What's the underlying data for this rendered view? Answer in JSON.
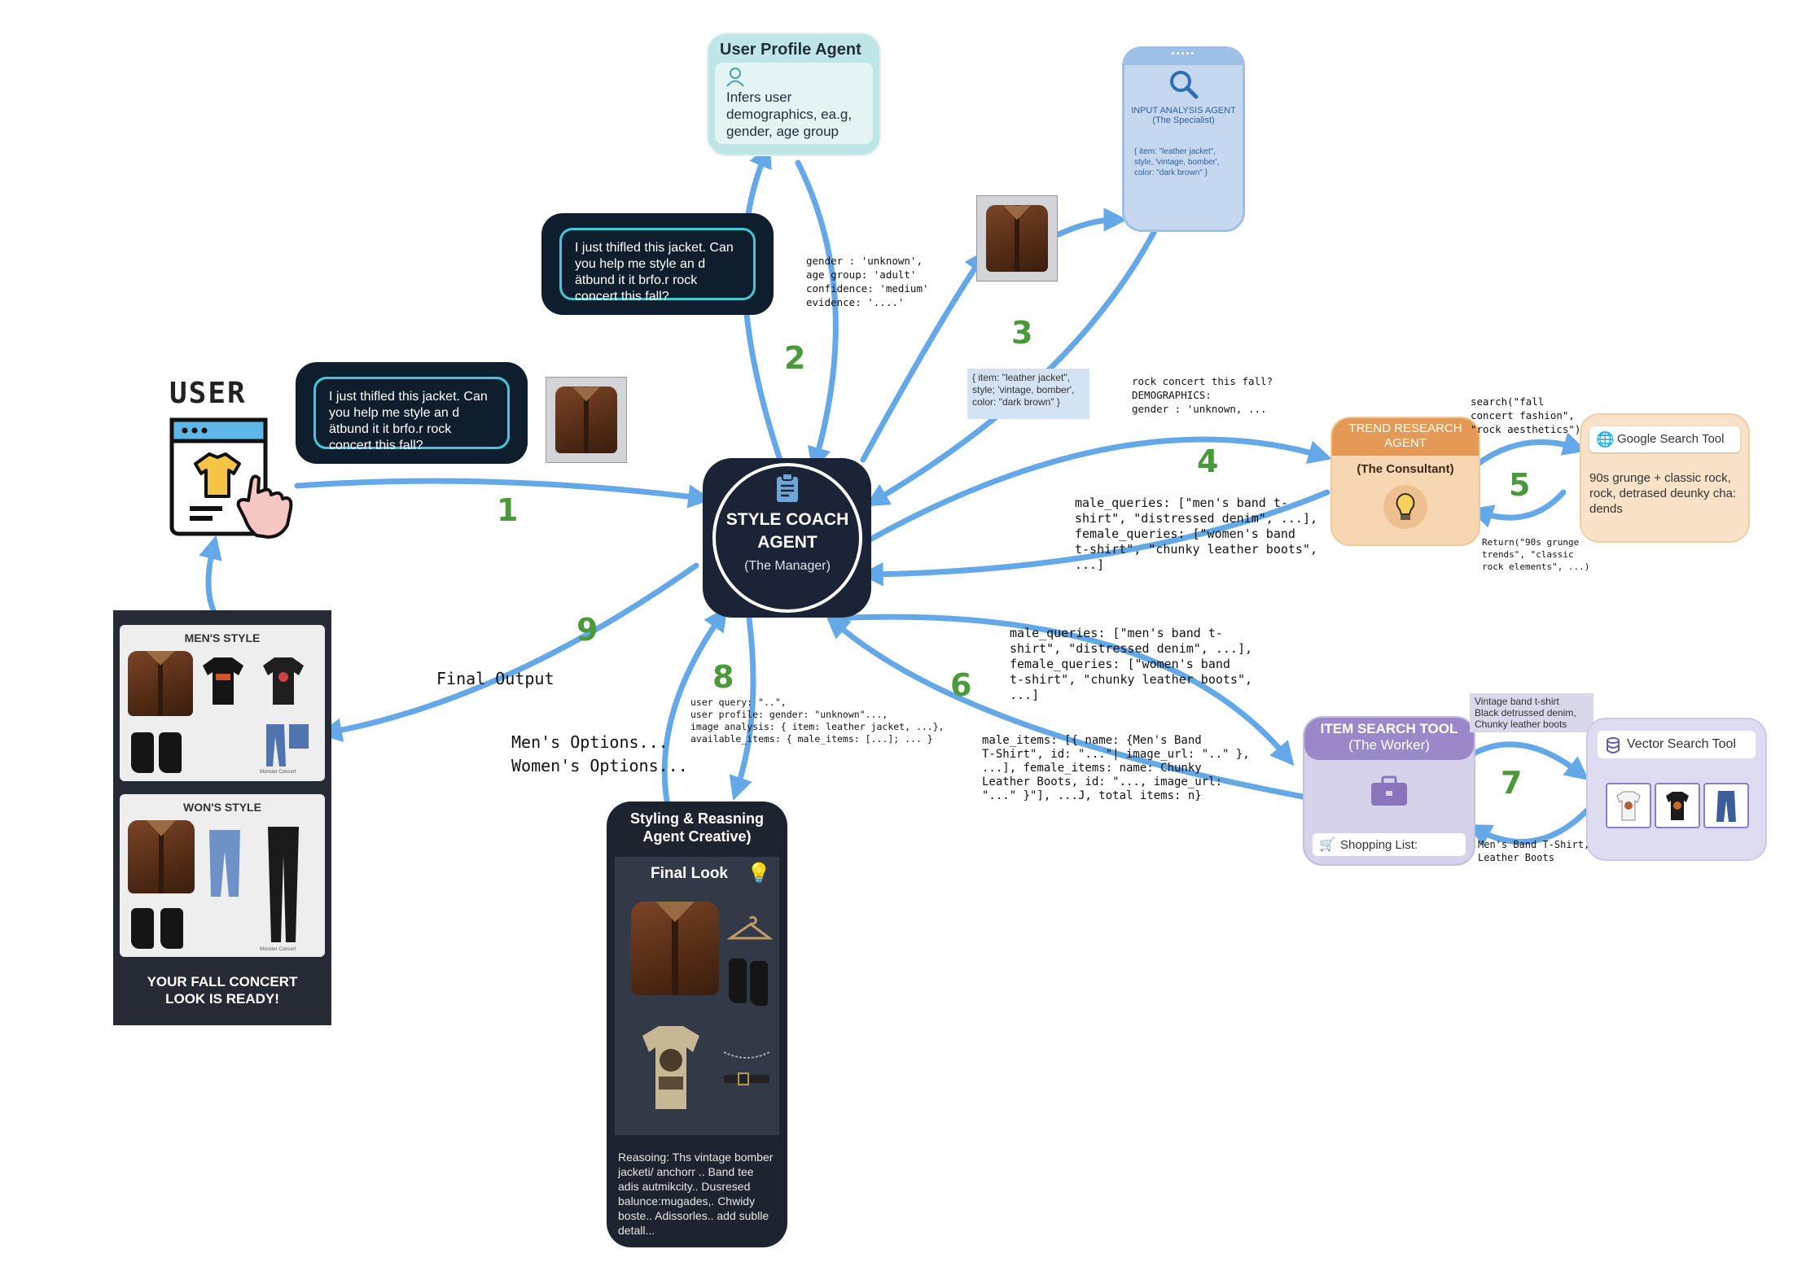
{
  "user": {
    "label": "USER"
  },
  "chat": {
    "message": "I just thifled this jacket. Can you help me style an d ätbund it it brfo.r rock concert this fall?"
  },
  "user_profile_agent": {
    "title": "User Profile Agent",
    "description": "Infers user demographics, ea.g, gender, age group"
  },
  "input_analysis_agent": {
    "title": "INPUT ANALYSIS AGENT",
    "subtitle": "(The Specialist)",
    "output": "{ item: \"leather jacket\", style, 'vintage, bomber', color: \"dark brown\" }"
  },
  "style_coach": {
    "title": "STYLE COACH AGENT",
    "subtitle": "(The Manager)"
  },
  "trend_agent": {
    "title": "TREND RESEARCH AGENT",
    "subtitle": "(The Consultant)"
  },
  "google_tool": {
    "title": "Google Search Tool",
    "result": "90s grunge + classic rock, rock, detrased deunky cha: dends"
  },
  "item_search_tool": {
    "title": "ITEM SEARCH TOOL",
    "subtitle": "(The Worker)",
    "shopping_label": "Shopping List:"
  },
  "vector_tool": {
    "title": "Vector Search Tool"
  },
  "vector_tag": "Vintage band t-shirt\nBlack detrussed denim,\nChunky leather boots",
  "styling_agent": {
    "title": "Styling & Reasning Agent Creative)",
    "final_look": "Final Look",
    "reasoning": "Reasoing: Ths vintage bomber jacketi/ anchorr .. Band tee adis autmikcity.. Dusresed balunce:mugades,. Chwidy boste.. Adissorles.. add sublle detall..."
  },
  "final_panel": {
    "mens_title": "MEN'S STYLE",
    "womens_title": "WON'S STYLE",
    "footer": "YOUR FALL CONCERT LOOK IS READY!",
    "brand": "Monster Concert"
  },
  "annotations": {
    "profile_output": "gender : 'unknown',\nage group: 'adult'\nconfidence: 'medium'\nevidence: '....'",
    "analysis_box": "{ item: \"leather jacket\",\nstyle; 'vintage, bomber',\ncolor: \"dark brown\" }",
    "trend_input": "rock concert this fall?\nDEMOGRAPHICS:\ngender : 'unknown, ...",
    "trend_output": "male_queries: [\"men's band t-\nshirt\", \"distressed denim\", ...],\nfemale_queries: [\"women's band\nt-shirt\", \"chunky leather boots\",\n...]",
    "search_call": "search(\"fall\nconcert fashion\",\n\"rock aesthetics\")",
    "search_return": "Return(\"90s grunge\ntrends\", \"classic\nrock elements\", ...)",
    "item_queries": "male_queries: [\"men's band t-\nshirt\", \"distressed denim\", ...],\nfemale_queries: [\"women's band\nt-shirt\", \"chunky leather boots\",\n...]",
    "item_results": "male_items: [{ name: {Men's Band\nT-Shirt\", id: \"...\"| image_url: \"..\" },\n...], female_items: name: Chunky\nLeather Boots, id: \"..., image_url:\n\"...\" }\"], ...J, total items: n}",
    "vector_return": "Men's Band T-Shirt,\nLeather Boots",
    "styling_input": "user query: \"..\",\nuser profile: gender: \"unknown\"...,\nimage analysis: { item: leather jacket, ...},\navailable_items: { male_items: [...]; ... }",
    "options": "Men's Options...\nWomen's Options...",
    "final_output": "Final Output"
  },
  "steps": [
    "1",
    "2",
    "3",
    "4",
    "5",
    "6",
    "7",
    "8",
    "9"
  ],
  "colors": {
    "arrow": "#64a8e8",
    "step": "#4a9a3c",
    "manager": "#1a2436",
    "profile": "#bfe6e7",
    "analysis": "#c6d8ef",
    "trend": "#f6d7b2",
    "google": "#f8e2c8",
    "item_search": "#d6d2ea",
    "vector": "#dedcf0"
  }
}
